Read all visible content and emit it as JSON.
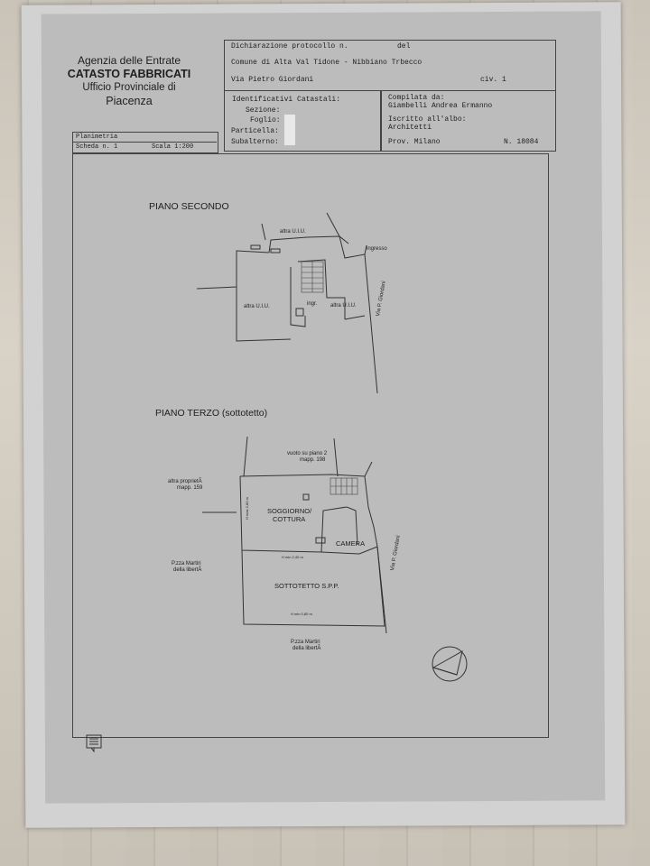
{
  "header": {
    "agency": "Agenzia delle Entrate",
    "registry": "CATASTO FABBRICATI",
    "office": "Ufficio Provinciale di",
    "city": "Piacenza"
  },
  "declaration": {
    "protocol_label": "Dichiarazione protocollo n.",
    "date_label": "del",
    "comune": "Comune di Alta Val Tidone - Nibbiano Trbecco",
    "address": "Via Pietro Giordani",
    "civ": "civ. 1"
  },
  "identifiers": {
    "title": "Identificativi Catastali:",
    "sezione": "Sezione:",
    "foglio": "Foglio:",
    "particella": "Particella:",
    "subalterno": "Subalterno:"
  },
  "compiler": {
    "label": "Compilata da:",
    "name": "Giambelli Andrea Ermanno",
    "albo_label": "Iscritto all'albo:",
    "albo": "Architetti",
    "prov": "Prov. Milano",
    "number": "N. 18084"
  },
  "sheet": {
    "type": "Planimetria",
    "scheda": "Scheda n. 1",
    "scala": "Scala 1:200"
  },
  "floor2": {
    "title": "PIANO SECONDO",
    "altra_uiu_top": "altra U.I.U.",
    "altra_uiu_left": "altra U.I.U.",
    "altra_uiu_right": "altra U.I.U.",
    "ingresso": "ingresso",
    "ingr": "ingr.",
    "street": "Via P. Giordani"
  },
  "floor3": {
    "title": "PIANO TERZO (sottotetto)",
    "vuoto": "vuoto su piano 2",
    "mapp": "mapp. 198",
    "altra_prop": "altra proprietÃ",
    "altra_mapp": "mapp. 159",
    "soggiorno": "SOGGIORNO/",
    "cottura": "COTTURA",
    "camera": "CAMERA",
    "h_max": "H max 2,80 m",
    "h_min": "H min 2,40 m",
    "sottotetto": "SOTTOTETTO S.P.P.",
    "h_min2": "H min 0,80 m",
    "piazza1_a": "P.zza Martiri",
    "piazza1_b": "della libertÃ",
    "piazza2_a": "P.zza Martiri",
    "piazza2_b": "della libertÃ",
    "street": "Via P. Giordani"
  }
}
